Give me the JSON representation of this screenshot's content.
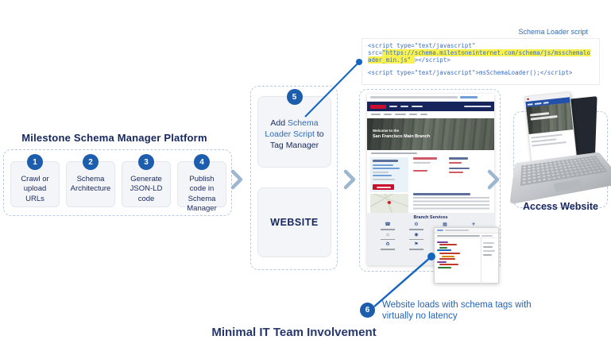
{
  "code_panel": {
    "label": "Schema Loader script",
    "line1": "<script type=\"text/javascript\"",
    "line2_pre": "src=",
    "line2_hl": "\"https://schema.milestoneinternet.com/schema/js/msschemalo",
    "line3_hl": "ader_min.js\" ",
    "line3_post": "></script>",
    "line4": "<script type=\"text/javascript\">msSchemaLoader();</script>"
  },
  "platform": {
    "title": "Milestone Schema Manager Platform",
    "steps": [
      {
        "num": "1",
        "label": "Crawl or upload URLs"
      },
      {
        "num": "2",
        "label": "Schema Architecture"
      },
      {
        "num": "3",
        "label": "Generate JSON-LD code"
      },
      {
        "num": "4",
        "label": "Publish code in Schema Manager"
      }
    ]
  },
  "tag_manager": {
    "step_num": "5",
    "label_pre": "Add ",
    "label_highlight": "Schema Loader Script",
    "label_post": " to Tag Manager",
    "website_label": "WEBSITE"
  },
  "website_preview": {
    "hero_line1": "Welcome to the",
    "hero_line2": "San Francisco Main Branch",
    "services_heading": "Branch Services"
  },
  "access": {
    "label": "Access Website"
  },
  "step6": {
    "num": "6",
    "line1": "Website loads with schema tags with",
    "line2": "virtually no latency"
  },
  "footer": {
    "caption": "Minimal IT Team Involvement"
  },
  "colors": {
    "accent_blue": "#2e6cb5",
    "circle_blue": "#1d5dad",
    "navy_text": "#16265c",
    "highlight_yellow": "#f9f14e",
    "connector_blue": "#1565c0",
    "brand_red": "#c8102e",
    "dashed_border": "#b6c9e0"
  }
}
